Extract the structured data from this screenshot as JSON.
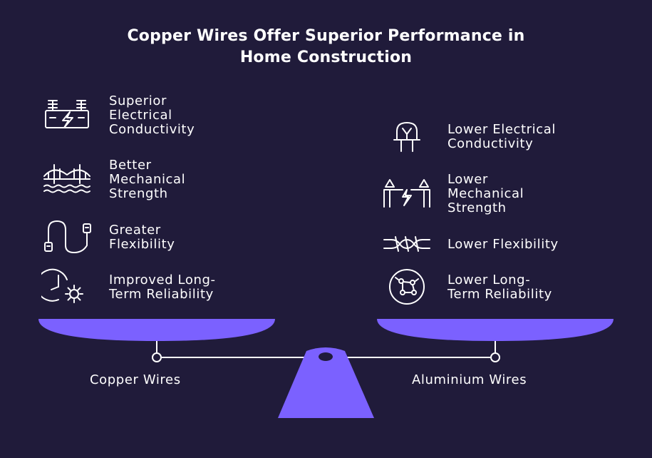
{
  "title": {
    "line1": "Copper Wires Offer Superior Performance in",
    "line2": "Home Construction"
  },
  "left_items": [
    {
      "lines": [
        "Superior",
        "Electrical",
        "Conductivity"
      ],
      "icon": "power-plant-icon"
    },
    {
      "lines": [
        "Better",
        "Mechanical",
        "Strength"
      ],
      "icon": "bridge-icon"
    },
    {
      "lines": [
        "Greater",
        "Flexibility"
      ],
      "icon": "flexible-cable-icon"
    },
    {
      "lines": [
        "Improved Long-",
        "Term Reliability"
      ],
      "icon": "clock-gear-icon"
    }
  ],
  "right_items": [
    {
      "lines": [
        "Lower Electrical",
        "Conductivity"
      ],
      "icon": "lamp-icon"
    },
    {
      "lines": [
        "Lower",
        "Mechanical",
        "Strength"
      ],
      "icon": "broken-structure-icon"
    },
    {
      "lines": [
        "Lower Flexibility"
      ],
      "icon": "twisted-wire-icon"
    },
    {
      "lines": [
        "Lower Long-",
        "Term Reliability"
      ],
      "icon": "virus-circle-icon"
    }
  ],
  "scale": {
    "left_label": "Copper Wires",
    "right_label": "Aluminium Wires"
  },
  "colors": {
    "background": "#201b3a",
    "accent": "#7b61ff",
    "text": "#ffffff"
  }
}
